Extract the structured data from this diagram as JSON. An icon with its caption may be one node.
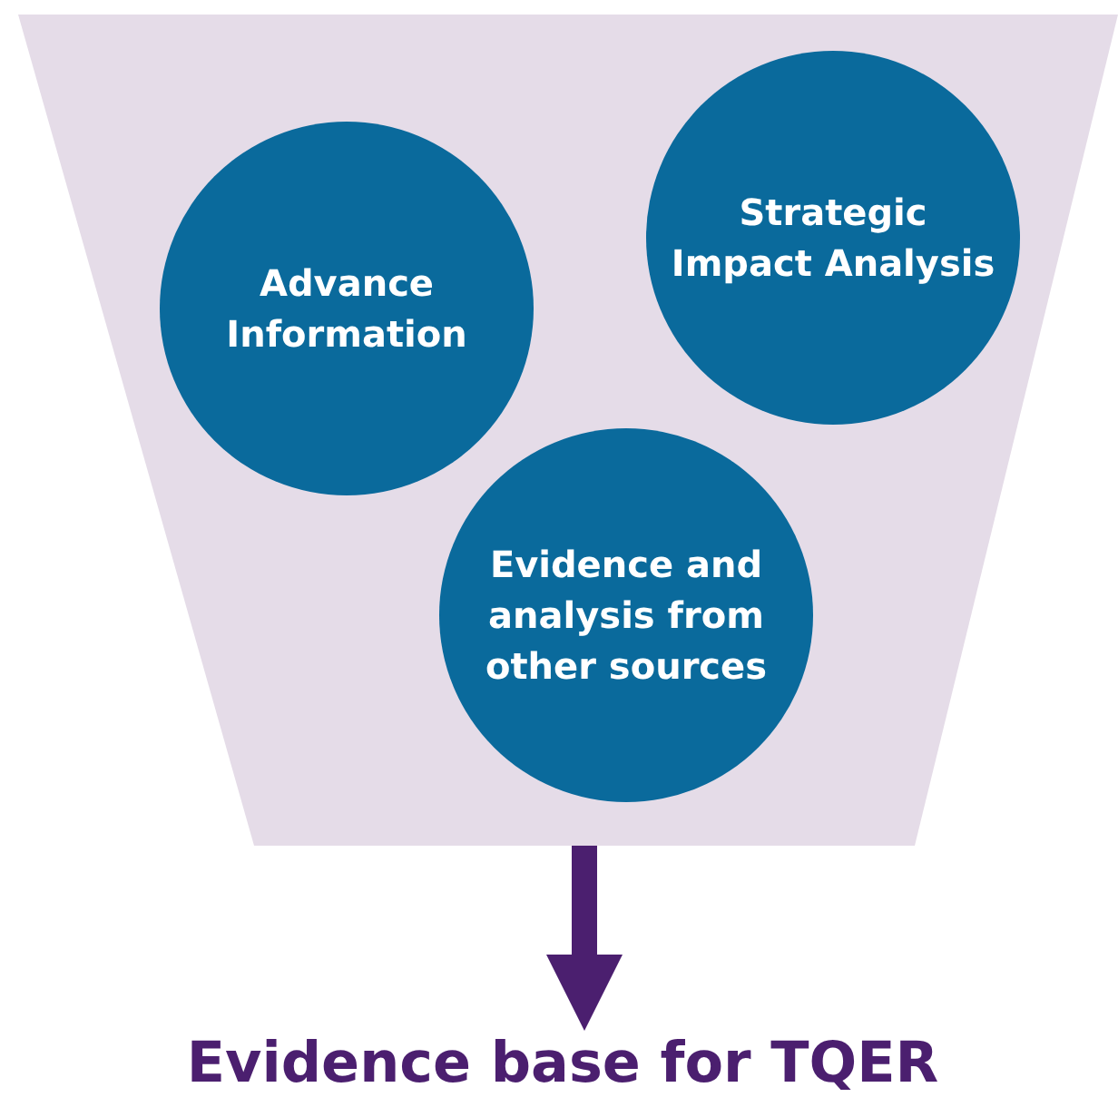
{
  "diagram": {
    "nodes": [
      {
        "text": [],
        "shape": "trapezoid"
      },
      {
        "text": [
          "Advance Information"
        ],
        "in": 0
      },
      {
        "text": [
          "Strategic Impact Analysis"
        ],
        "in": 0
      },
      {
        "text": [
          "Evidence and analysis from other sources"
        ],
        "in": 0
      },
      {
        "text": [
          "Evidence base for TQER"
        ]
      }
    ],
    "edges": [
      {
        "from": 0,
        "to": 4,
        "arrow": "to"
      }
    ]
  }
}
